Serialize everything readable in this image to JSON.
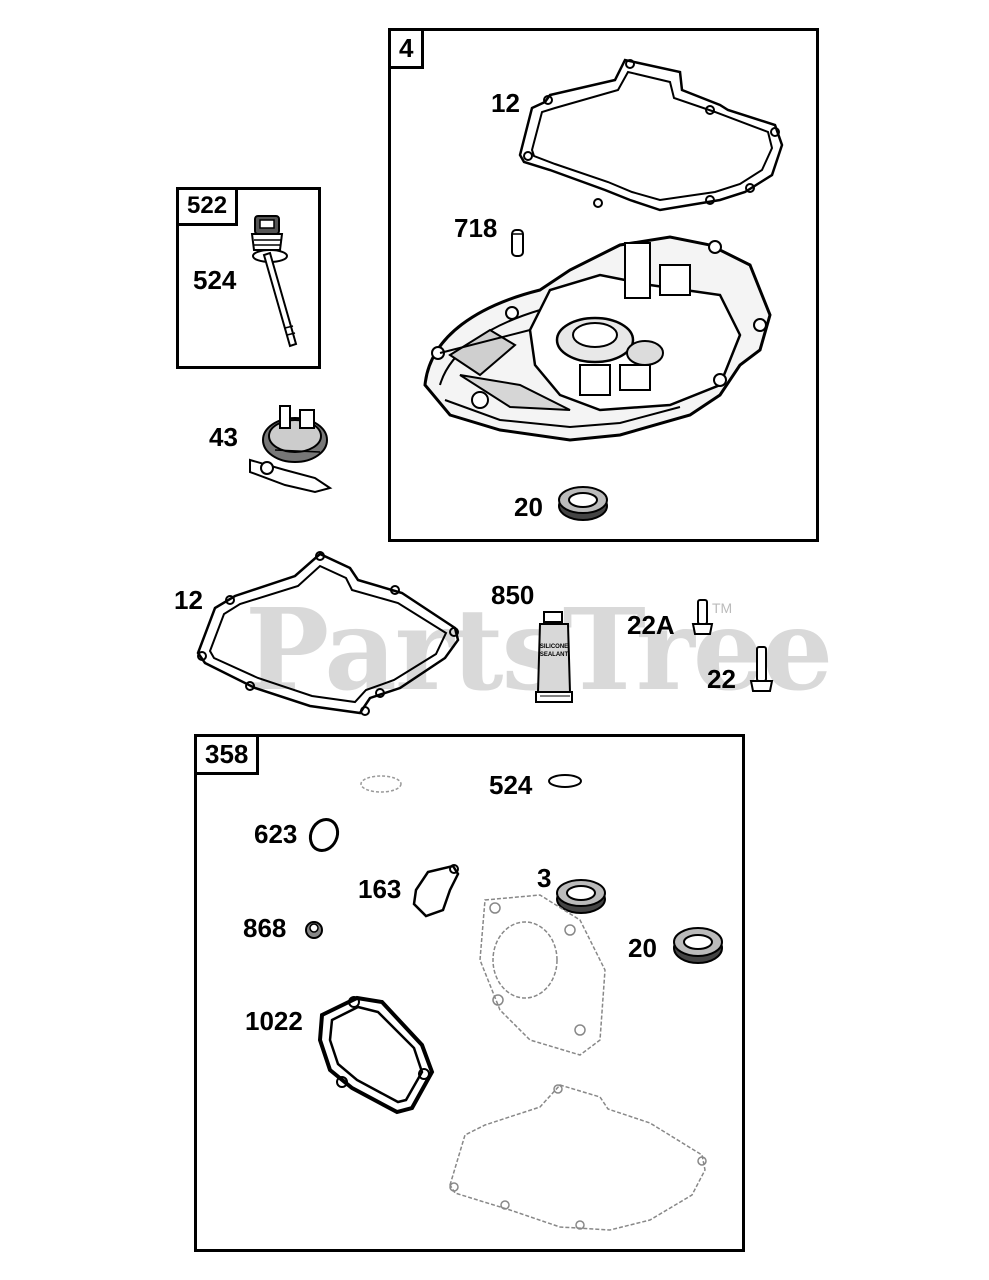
{
  "watermark": {
    "text": "PartsTree",
    "tm": "TM"
  },
  "boxes": {
    "box4": {
      "tag": "4"
    },
    "box522": {
      "tag": "522"
    },
    "box358": {
      "tag": "358"
    }
  },
  "labels": {
    "p12_top": "12",
    "p718": "718",
    "p20_top": "20",
    "p524_dipstick": "524",
    "p43": "43",
    "p12_mid": "12",
    "p850": "850",
    "p22a": "22A",
    "p22": "22",
    "p524_ring": "524",
    "p623": "623",
    "p163": "163",
    "p3": "3",
    "p868": "868",
    "p20_bottom": "20",
    "p1022": "1022"
  },
  "sealant_tube": {
    "line1": "SILICONE",
    "line2": "SEALANT"
  }
}
